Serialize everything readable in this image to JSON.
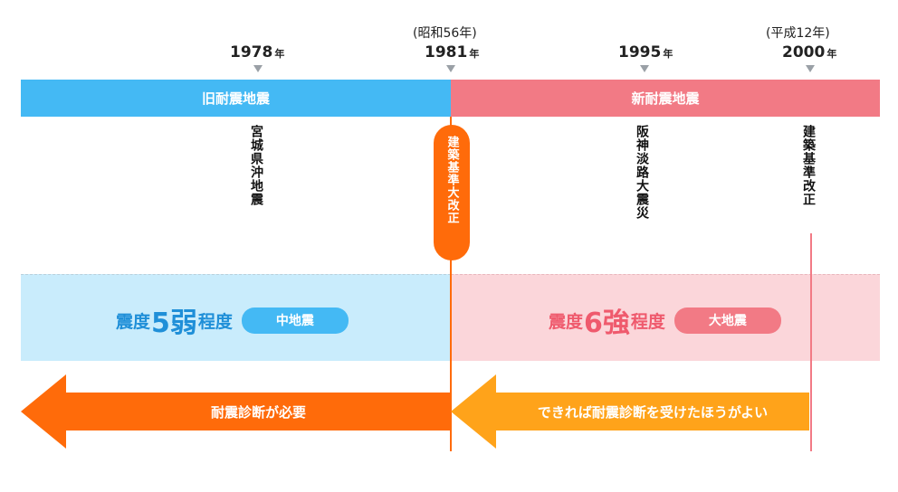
{
  "timeline": {
    "notes": [
      "(昭和56年)",
      "(平成12年)"
    ],
    "years": [
      {
        "value": "1978",
        "unit": "年"
      },
      {
        "value": "1981",
        "unit": "年"
      },
      {
        "value": "1995",
        "unit": "年"
      },
      {
        "value": "2000",
        "unit": "年"
      }
    ]
  },
  "eras": {
    "old": "旧耐震地震",
    "new": "新耐震地震"
  },
  "events": {
    "miyagi": "宮城県沖地震",
    "reform1981": "建築基準大改正",
    "hanshin": "阪神淡路大震災",
    "reform2000": "建築基準改正"
  },
  "intensity": {
    "old": {
      "prefix": "震度",
      "number": "5弱",
      "suffix": "程度",
      "badge": "中地震"
    },
    "new": {
      "prefix": "震度",
      "number": "6強",
      "suffix": "程度",
      "badge": "大地震"
    }
  },
  "arrows": {
    "old": "耐震診断が必要",
    "new": "できれば耐震診断を受けたほうがよい"
  },
  "colors": {
    "old_blue": "#44b9f4",
    "new_pink": "#f27a85",
    "arrow_orange": "#ff6b0a",
    "arrow_amber": "#ffa31a"
  }
}
